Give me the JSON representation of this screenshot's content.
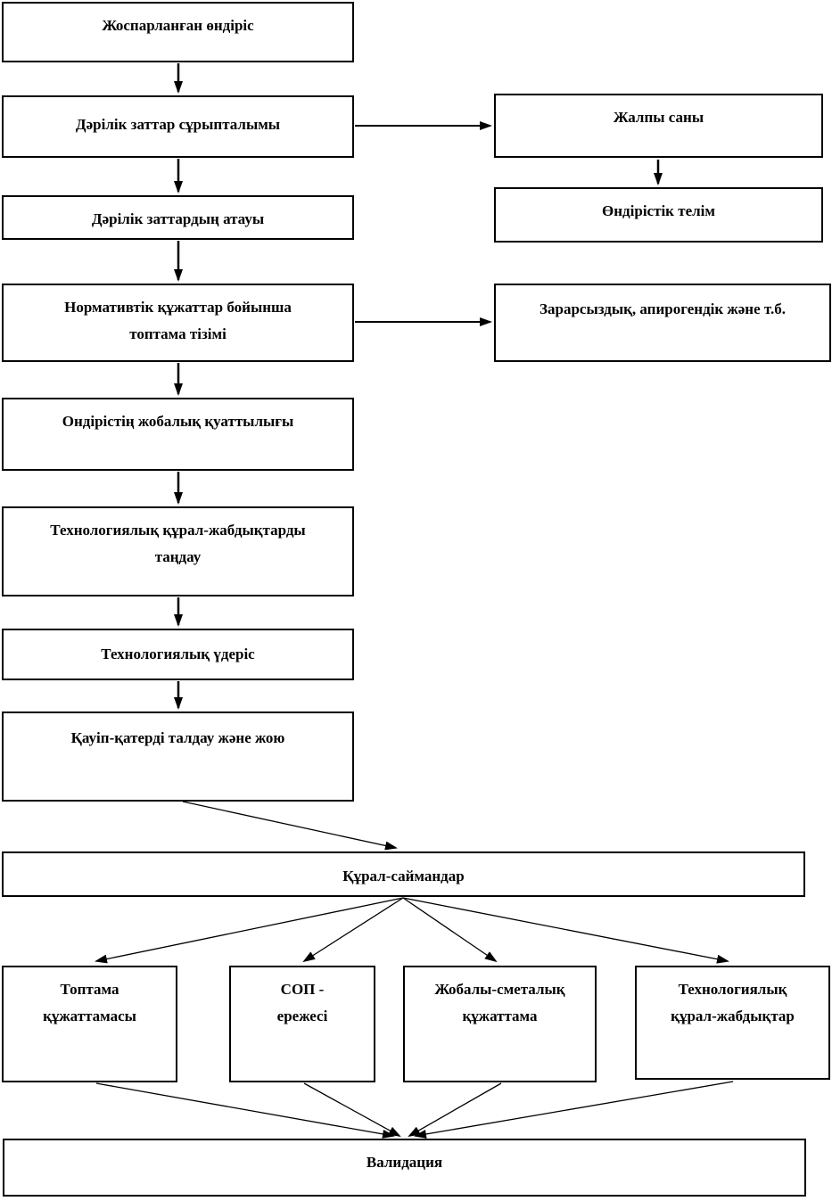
{
  "diagram": {
    "type": "flowchart",
    "colors": {
      "background": "#ffffff",
      "box_fill": "#ffffff",
      "box_border": "#000000",
      "text": "#000000",
      "arrow": "#000000"
    },
    "nodes": {
      "planned_production": {
        "label": "Жоспарланған өндіріс"
      },
      "drug_assortment": {
        "label": "Дәрілік заттар сұрыпталымы"
      },
      "drug_names": {
        "label": "Дәрілік заттардың атауы"
      },
      "normative_docs": {
        "label": "Нормативтік құжаттар бойынша\nтоптама тізімі"
      },
      "design_capacity": {
        "label": "Ондірістің жобалық қуаттылығы"
      },
      "equipment_selection": {
        "label": "Технологиялық құрал-жабдықтарды\nтаңдау"
      },
      "tech_process": {
        "label": "Технологиялық үдеріс"
      },
      "risk_analysis": {
        "label": "Қауіп-қатерді талдау және жою"
      },
      "total_quantity": {
        "label": "Жалпы саны"
      },
      "production_site": {
        "label": "Өндірістік телім"
      },
      "sterility": {
        "label": "Зарарсыздық, апирогендік және т.б."
      },
      "tools": {
        "label": "Құрал-саймандар"
      },
      "batch_docs": {
        "label": "Топтама\nқұжаттамасы"
      },
      "sop_rules": {
        "label": "СОП -\nережесі"
      },
      "project_estimate": {
        "label": "Жобалы-сметалық\nқұжаттама"
      },
      "tech_equipment": {
        "label": "Технологиялық\nқұрал-жабдықтар"
      },
      "validation": {
        "label": "Валидация"
      }
    },
    "edges": [
      {
        "from": "planned_production",
        "to": "drug_assortment"
      },
      {
        "from": "drug_assortment",
        "to": "total_quantity"
      },
      {
        "from": "total_quantity",
        "to": "production_site"
      },
      {
        "from": "drug_assortment",
        "to": "drug_names"
      },
      {
        "from": "drug_names",
        "to": "normative_docs"
      },
      {
        "from": "normative_docs",
        "to": "sterility"
      },
      {
        "from": "normative_docs",
        "to": "design_capacity"
      },
      {
        "from": "design_capacity",
        "to": "equipment_selection"
      },
      {
        "from": "equipment_selection",
        "to": "tech_process"
      },
      {
        "from": "tech_process",
        "to": "risk_analysis"
      },
      {
        "from": "risk_analysis",
        "to": "tools"
      },
      {
        "from": "tools",
        "to": "batch_docs"
      },
      {
        "from": "tools",
        "to": "sop_rules"
      },
      {
        "from": "tools",
        "to": "project_estimate"
      },
      {
        "from": "tools",
        "to": "tech_equipment"
      },
      {
        "from": "batch_docs",
        "to": "validation"
      },
      {
        "from": "sop_rules",
        "to": "validation"
      },
      {
        "from": "project_estimate",
        "to": "validation"
      },
      {
        "from": "tech_equipment",
        "to": "validation"
      }
    ]
  }
}
